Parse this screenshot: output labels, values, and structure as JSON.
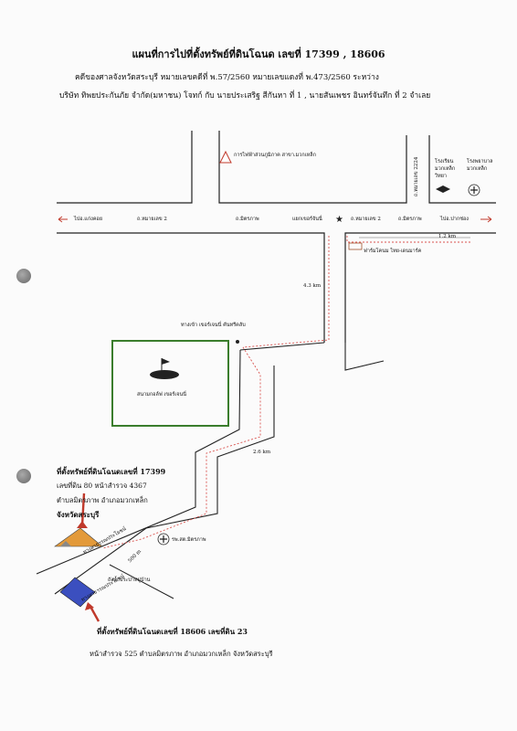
{
  "header": {
    "title": "แผนที่การไปที่ตั้งทรัพย์ที่ดินโฉนด เลขที่ 17399 , 18606",
    "line1": "คดีของศาลจังหวัดสระบุรี  หมายเลขคดีที่ พ.57/2560  หมายเลขแดงที่ พ.473/2560  ระหว่าง",
    "line2": "บริษัท ทิพยประกันภัย จำกัด(มหาชน) โจทก์ กับ นายประเสริฐ  สีกันหา ที่ 1 , นายสันเพชร  อินทร์จันทึก ที่ 2  จำเลย"
  },
  "map": {
    "pea_office": "การไฟฟ้าส่วนภูมิภาค สาขา.มวกเหล็ก",
    "school": "โรงเรียน มวกเหล็ก วิทยา",
    "hospital": "โรงพยาบาล มวกเหล็ก",
    "soi": "ถ.หมายเลข 2224",
    "to_kaeng_khoi": "ไปอ.แก่งคอย",
    "highway_left": "ถ.หมายเลข 2",
    "road_mittraphap_left": "ถ.มิตรภาพ",
    "intersection": "แยกเขอร์จันนี่",
    "highway_right": "ถ.หมายเลข 2",
    "road_mittraphap_right": "ถ.มิตรภาพ",
    "to_pak_chong": "ไปอ.ปากช่อง",
    "dist_1": "1.2 km",
    "dairy_farm": "ฟาร์มโคนม ไทย-เดนมาร์ค",
    "dist_2": "4.3 km",
    "entrance": "ทางเข้า  เขอร์เจนนี่ คันทรีคลับ",
    "golf_course": "สนามกอล์ฟ เขอร์เจนนี่",
    "dist_3": "2.6 km",
    "health_center": "รพ.สต.มิตรภาพ",
    "dist_4": "500 m",
    "road_label_a": "ทางสาธารณประโยชน์",
    "road_label_b": "ทางสาธารณประโยชน์",
    "water_tank": "ถังน้ำประปาหมู่บ้าน"
  },
  "plot1": {
    "line1": "ที่ตั้งทรัพย์ที่ดินโฉนดเลขที่ 17399",
    "line2": "เลขที่ดิน 80  หน้าสำรวจ 4367",
    "line3": "ตำบลมิตรภาพ อำเภอมวกเหล็ก",
    "line4": "จังหวัดสระบุรี"
  },
  "plot2": {
    "line1": "ที่ตั้งทรัพย์ที่ดินโฉนดเลขที่ 18606 เลขที่ดิน 23",
    "line2": "หน้าสำรวจ 525 ตำบลมิตรภาพ อำเภอมวกเหล็ก จังหวัดสระบุรี"
  },
  "colors": {
    "route": "#d9534f",
    "golf_border": "#3a7d2c",
    "plot1": "#e39a3a",
    "plot2": "#3b4fbf",
    "arrow": "#c0392b"
  }
}
